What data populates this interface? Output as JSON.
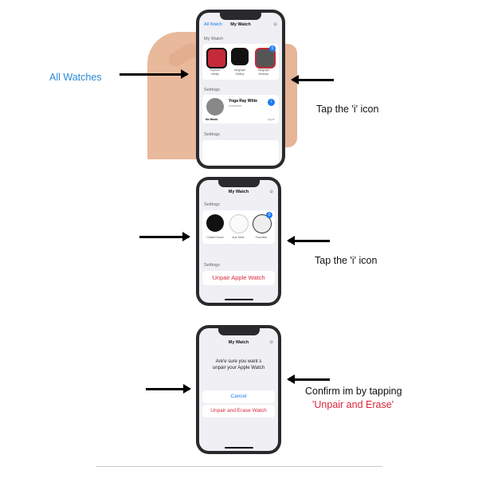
{
  "step1": {
    "label": "All Watches",
    "caption": "Tap the 'i' icon",
    "screen": {
      "back": "All Watch",
      "title": "My Watch",
      "section1": "My Watch",
      "faces": [
        {
          "name": "Explorer",
          "sub": "Infinity"
        },
        {
          "name": "Infograph",
          "sub": "Gallery"
        },
        {
          "name": "Infograph",
          "sub": "Modular"
        }
      ],
      "badge": "0",
      "section2": "Settings",
      "watch_name": "Yoga Ray Wtite",
      "watch_sub": "connected",
      "watch_status": "No Hinds",
      "watch_right": "Apple",
      "section3": "Settings"
    }
  },
  "step2": {
    "caption": "Tap the 'i' icon",
    "screen": {
      "title": "My Watch",
      "section1": "Settings",
      "faces": [
        {
          "name": "Closed Hours"
        },
        {
          "name": "Aus Taine"
        },
        {
          "name": "Favorites"
        }
      ],
      "badge": "0",
      "section2": "Settings",
      "unpair": "Unpair Apple Watch"
    }
  },
  "step3": {
    "caption_line1": "Confirm im by tapping",
    "caption_line2": "'Unpair and Erase'",
    "screen": {
      "title": "My Watch",
      "message": "Are'e sure you want s unpair your Apple Watch",
      "cancel": "Cancel",
      "confirm": "Unpair and Erase Watch"
    }
  },
  "colors": {
    "blue": "#1a7cf0",
    "red": "#d9263b",
    "label_blue": "#2a8ad8"
  }
}
